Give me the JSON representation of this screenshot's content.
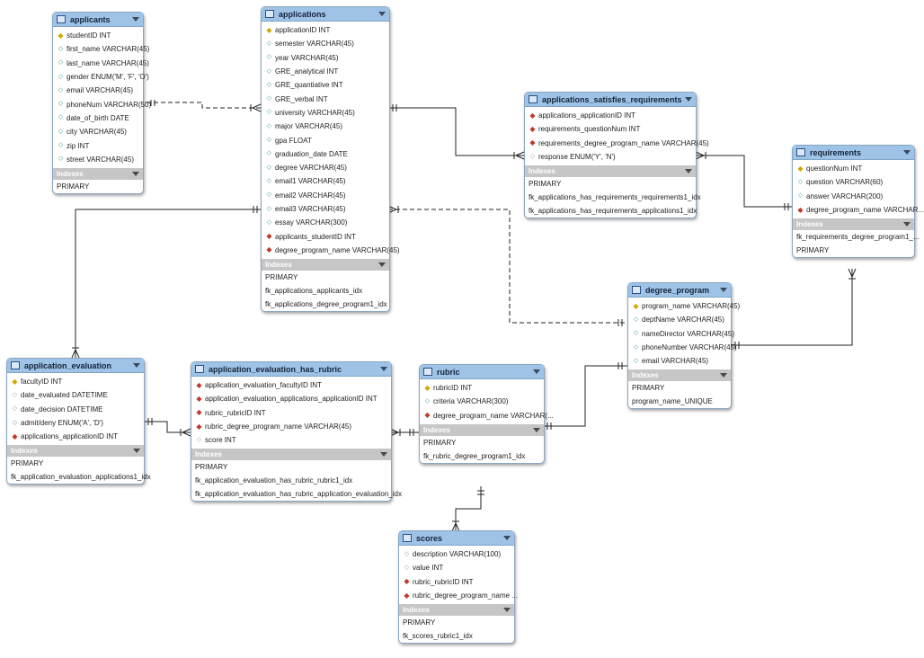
{
  "indexes_label": "Indexes",
  "tables": {
    "applicants": {
      "title": "applicants",
      "columns": [
        {
          "text": "studentID INT",
          "key": "pk"
        },
        {
          "text": "first_name VARCHAR(45)",
          "key": "col"
        },
        {
          "text": "last_name VARCHAR(45)",
          "key": "col"
        },
        {
          "text": "gender ENUM('M', 'F', 'O')",
          "key": "col"
        },
        {
          "text": "email VARCHAR(45)",
          "key": "col"
        },
        {
          "text": "phoneNum VARCHAR(50)",
          "key": "col"
        },
        {
          "text": "date_of_birth DATE",
          "key": "col"
        },
        {
          "text": "city VARCHAR(45)",
          "key": "col"
        },
        {
          "text": "zip INT",
          "key": "col"
        },
        {
          "text": "street VARCHAR(45)",
          "key": "col"
        }
      ],
      "indexes": [
        "PRIMARY"
      ]
    },
    "applications": {
      "title": "applications",
      "columns": [
        {
          "text": "applicationID INT",
          "key": "pk"
        },
        {
          "text": "semester VARCHAR(45)",
          "key": "col"
        },
        {
          "text": "year VARCHAR(45)",
          "key": "col"
        },
        {
          "text": "GRE_analytical INT",
          "key": "col"
        },
        {
          "text": "GRE_quantiative INT",
          "key": "col"
        },
        {
          "text": "GRE_verbal INT",
          "key": "col"
        },
        {
          "text": "university VARCHAR(45)",
          "key": "col"
        },
        {
          "text": "major VARCHAR(45)",
          "key": "col"
        },
        {
          "text": "gpa FLOAT",
          "key": "col"
        },
        {
          "text": "graduation_date DATE",
          "key": "col"
        },
        {
          "text": "degree VARCHAR(45)",
          "key": "col"
        },
        {
          "text": "email1 VARCHAR(45)",
          "key": "col"
        },
        {
          "text": "email2 VARCHAR(45)",
          "key": "col"
        },
        {
          "text": "email3 VARCHAR(45)",
          "key": "col"
        },
        {
          "text": "essay VARCHAR(300)",
          "key": "col"
        },
        {
          "text": "applicants_studentID INT",
          "key": "fk"
        },
        {
          "text": "degree_program_name VARCHAR(45)",
          "key": "fk"
        }
      ],
      "indexes": [
        "PRIMARY",
        "fk_applications_applicants_idx",
        "fk_applications_degree_program1_idx"
      ]
    },
    "applications_satisfies_requirements": {
      "title": "applications_satisfies_requirements",
      "columns": [
        {
          "text": "applications_applicationID INT",
          "key": "fk"
        },
        {
          "text": "requirements_questionNum INT",
          "key": "fk"
        },
        {
          "text": "requirements_degree_program_name VARCHAR(45)",
          "key": "fk"
        },
        {
          "text": "response ENUM('Y', 'N')",
          "key": "null"
        }
      ],
      "indexes": [
        "PRIMARY",
        "fk_applications_has_requirements_requirements1_idx",
        "fk_applications_has_requirements_applications1_idx"
      ]
    },
    "requirements": {
      "title": "requirements",
      "columns": [
        {
          "text": "questionNum INT",
          "key": "pk"
        },
        {
          "text": "question VARCHAR(60)",
          "key": "col"
        },
        {
          "text": "answer VARCHAR(200)",
          "key": "col"
        },
        {
          "text": "degree_program_name VARCHAR...",
          "key": "fk"
        }
      ],
      "indexes": [
        "fk_requirements_degree_program1_...",
        "PRIMARY"
      ]
    },
    "degree_program": {
      "title": "degree_program",
      "columns": [
        {
          "text": "program_name VARCHAR(45)",
          "key": "pk"
        },
        {
          "text": "deptName VARCHAR(45)",
          "key": "col"
        },
        {
          "text": "nameDirector VARCHAR(45)",
          "key": "col"
        },
        {
          "text": "phoneNumber VARCHAR(45)",
          "key": "col"
        },
        {
          "text": "email VARCHAR(45)",
          "key": "col"
        }
      ],
      "indexes": [
        "PRIMARY",
        "program_name_UNIQUE"
      ]
    },
    "application_evaluation": {
      "title": "application_evaluation",
      "columns": [
        {
          "text": "facultyID INT",
          "key": "pk"
        },
        {
          "text": "date_evaluated DATETIME",
          "key": "null"
        },
        {
          "text": "date_decision DATETIME",
          "key": "null"
        },
        {
          "text": "admit/deny ENUM('A', 'D')",
          "key": "col"
        },
        {
          "text": "applications_applicationID INT",
          "key": "fk"
        }
      ],
      "indexes": [
        "PRIMARY",
        "fk_application_evaluation_applications1_idx"
      ]
    },
    "application_evaluation_has_rubric": {
      "title": "application_evaluation_has_rubric",
      "columns": [
        {
          "text": "application_evaluation_facultyID INT",
          "key": "fk"
        },
        {
          "text": "application_evaluation_applications_applicationID INT",
          "key": "fk"
        },
        {
          "text": "rubric_rubricID INT",
          "key": "fk"
        },
        {
          "text": "rubric_degree_program_name VARCHAR(45)",
          "key": "fk"
        },
        {
          "text": "score INT",
          "key": "null"
        }
      ],
      "indexes": [
        "PRIMARY",
        "fk_application_evaluation_has_rubric_rubric1_idx",
        "fk_application_evaluation_has_rubric_application_evaluation_idx"
      ]
    },
    "rubric": {
      "title": "rubric",
      "columns": [
        {
          "text": "rubricID INT",
          "key": "pk"
        },
        {
          "text": "criteria VARCHAR(300)",
          "key": "col"
        },
        {
          "text": "degree_program_name VARCHAR(...",
          "key": "fk"
        }
      ],
      "indexes": [
        "PRIMARY",
        "fk_rubric_degree_program1_idx"
      ]
    },
    "scores": {
      "title": "scores",
      "columns": [
        {
          "text": "description VARCHAR(100)",
          "key": "null"
        },
        {
          "text": "value INT",
          "key": "null"
        },
        {
          "text": "rubric_rubricID INT",
          "key": "fk"
        },
        {
          "text": "rubric_degree_program_name ...",
          "key": "fk"
        }
      ],
      "indexes": [
        "PRIMARY",
        "fk_scores_rubric1_idx"
      ]
    }
  }
}
